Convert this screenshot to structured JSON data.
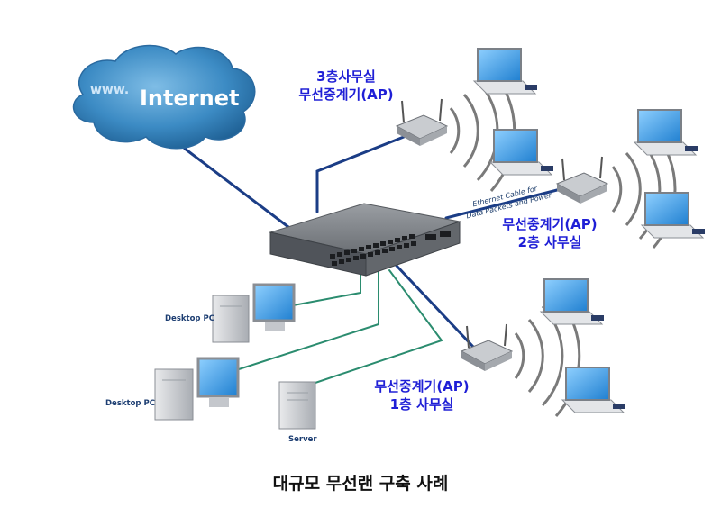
{
  "cloud": {
    "www_text": "www.",
    "label": "Internet"
  },
  "access_points": [
    {
      "line1": "3층사무실",
      "line2": "무선중계기(AP)"
    },
    {
      "line1": "무선중계기(AP)",
      "line2": "2층 사무실"
    },
    {
      "line1": "무선중계기(AP)",
      "line2": "1층 사무실"
    }
  ],
  "cable_label": {
    "line1": "Ethernet Cable for",
    "line2": "Data Packets and Power"
  },
  "devices": {
    "desktop_pc_1": "Desktop PC",
    "desktop_pc_2": "Desktop PC",
    "server": "Server"
  },
  "caption": "대규모 무선랜 구축 사례",
  "colors": {
    "cable_blue": "#1b3d86",
    "cable_green": "#2b8c6f",
    "label_blue": "#1f1fd6",
    "cloud": "#3f8fc6"
  }
}
